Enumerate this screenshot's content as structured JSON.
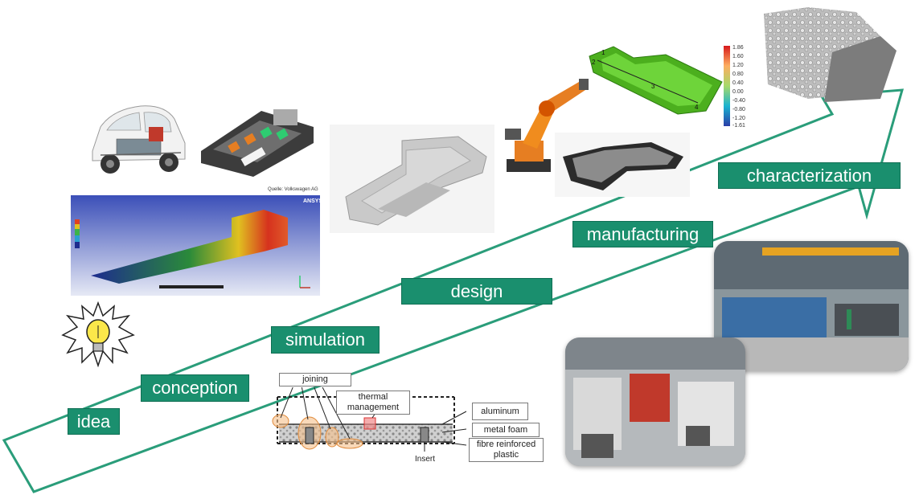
{
  "stages": [
    {
      "id": "idea",
      "label": "idea"
    },
    {
      "id": "conception",
      "label": "conception"
    },
    {
      "id": "simulation",
      "label": "simulation"
    },
    {
      "id": "design",
      "label": "design"
    },
    {
      "id": "manufacturing",
      "label": "manufacturing"
    },
    {
      "id": "characterization",
      "label": "characterization"
    }
  ],
  "diagram": {
    "labels": {
      "joining": "joining",
      "thermal_line1": "thermal",
      "thermal_line2": "management",
      "aluminum": "aluminum",
      "metal_foam": "metal foam",
      "fibre_line1": "fibre reinforced",
      "fibre_line2": "plastic",
      "insert": "Insert"
    }
  },
  "source_credit": "Quelle: Volkswagen AG",
  "fem_brand": "ANSYS",
  "colorbar": {
    "ticks": [
      "1.86",
      "1.60",
      "1.20",
      "0.80",
      "0.40",
      "0.00",
      "-0.40",
      "-0.80",
      "-1.20",
      "-1.61"
    ],
    "markers": [
      "1",
      "2",
      "3",
      "4"
    ]
  },
  "colors": {
    "accent": "#1a8f6e",
    "arrow": "#2a9d7a"
  }
}
